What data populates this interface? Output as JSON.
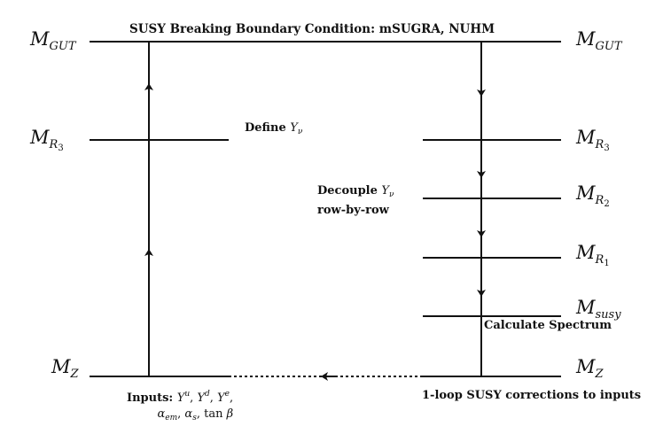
{
  "title": "SUSY Breaking Boundary Condition: mSUGRA, NUHM",
  "scales_left": {
    "gut": {
      "base": "M",
      "sub": "GUT"
    },
    "r3": {
      "base": "M",
      "sub": "R",
      "subsub": "3"
    },
    "z": {
      "base": "M",
      "sub": "Z"
    }
  },
  "scales_right": {
    "gut": {
      "base": "M",
      "sub": "GUT"
    },
    "r3": {
      "base": "M",
      "sub": "R",
      "subsub": "3"
    },
    "r2": {
      "base": "M",
      "sub": "R",
      "subsub": "2"
    },
    "r1": {
      "base": "M",
      "sub": "R",
      "subsub": "1"
    },
    "susy": {
      "base": "M",
      "sub": "susy"
    },
    "z": {
      "base": "M",
      "sub": "Z"
    }
  },
  "notes": {
    "define": {
      "text": "Define",
      "symbol": "Y",
      "symbol_sub": "ν"
    },
    "decouple": {
      "text": "Decouple",
      "symbol": "Y",
      "symbol_sub": "ν",
      "line2": "row-by-row"
    },
    "calculate": "Calculate Spectrum",
    "corrections": "1-loop SUSY corrections to inputs",
    "inputs": {
      "label": "Inputs:",
      "y": "Y",
      "sup_u": "u",
      "sup_d": "d",
      "sup_e": "e",
      "alpha": "α",
      "sub_em": "em",
      "sub_s": "s",
      "tan": "tan",
      "beta": "β"
    }
  }
}
